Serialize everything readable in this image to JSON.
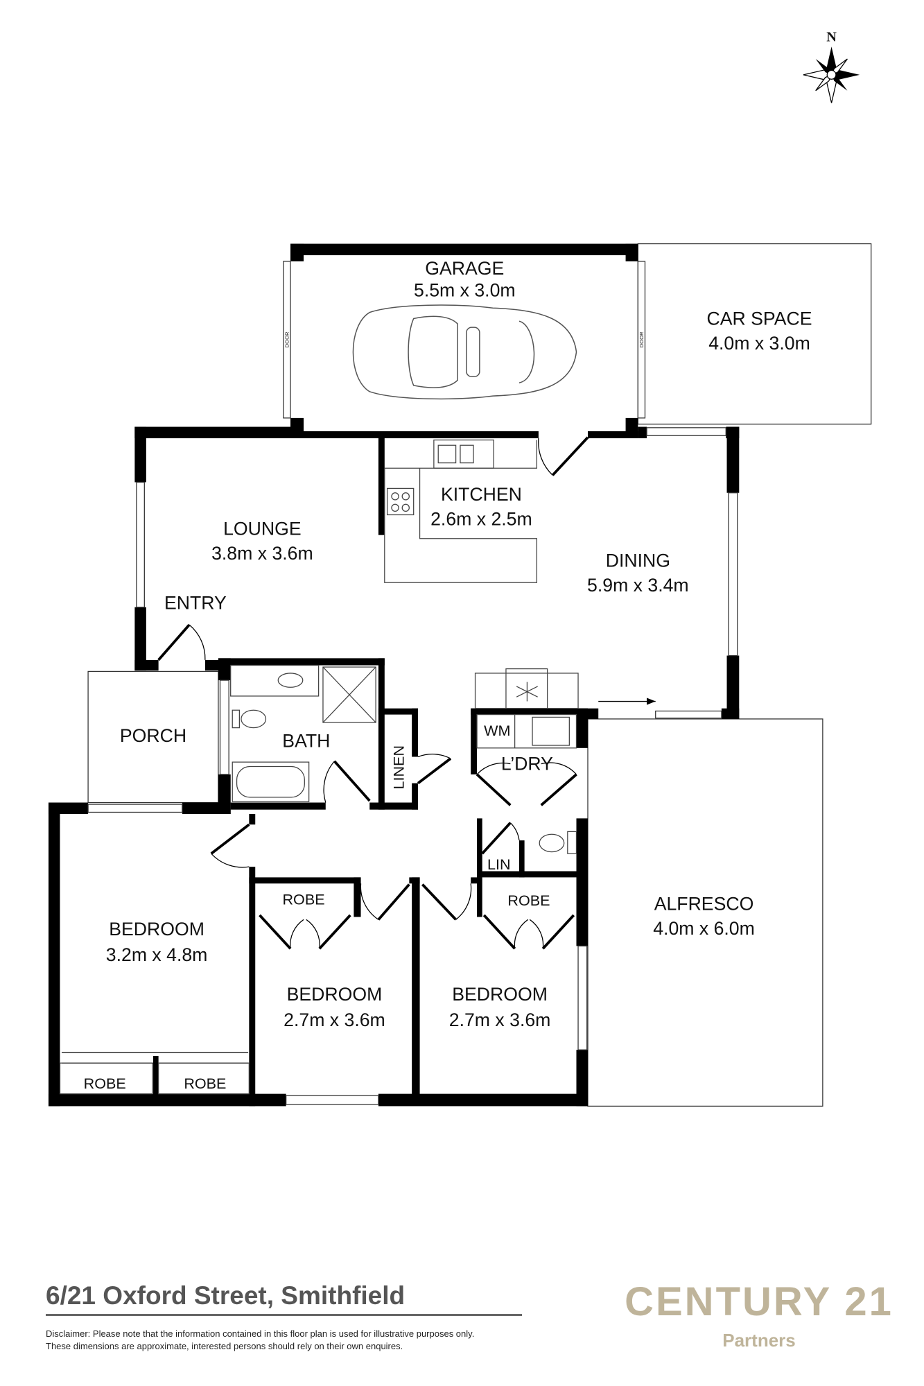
{
  "compass": {
    "label": "N"
  },
  "rooms": {
    "garage": {
      "name": "GARAGE",
      "size": "5.5m x 3.0m"
    },
    "car_space": {
      "name": "CAR SPACE",
      "size": "4.0m x 3.0m"
    },
    "kitchen": {
      "name": "KITCHEN",
      "size": "2.6m x 2.5m"
    },
    "lounge": {
      "name": "LOUNGE",
      "size": "3.8m x 3.6m"
    },
    "dining": {
      "name": "DINING",
      "size": "5.9m x 3.4m"
    },
    "entry": {
      "name": "ENTRY"
    },
    "porch": {
      "name": "PORCH"
    },
    "bath": {
      "name": "BATH"
    },
    "linen": {
      "name": "LINEN"
    },
    "laundry": {
      "name": "L’DRY",
      "wm": "WM"
    },
    "lin": {
      "name": "LIN"
    },
    "alfresco": {
      "name": "ALFRESCO",
      "size": "4.0m x 6.0m"
    },
    "bedroom1": {
      "name": "BEDROOM",
      "size": "3.2m x 4.8m"
    },
    "bedroom2": {
      "name": "BEDROOM",
      "size": "2.7m x 3.6m"
    },
    "bedroom3": {
      "name": "BEDROOM",
      "size": "2.7m x 3.6m"
    },
    "robe": "ROBE",
    "door": "DOOR"
  },
  "footer": {
    "address": "6/21 Oxford Street, Smithfield",
    "disclaimer_1": "Disclaimer: Please note that the information contained in this floor plan is used for illustrative purposes only.",
    "disclaimer_2": "These dimensions are approximate, interested persons should rely on their own enquires."
  },
  "logo": {
    "brand": "CENTURY 21",
    "sub": "Partners",
    "color": "#bfb49a"
  }
}
